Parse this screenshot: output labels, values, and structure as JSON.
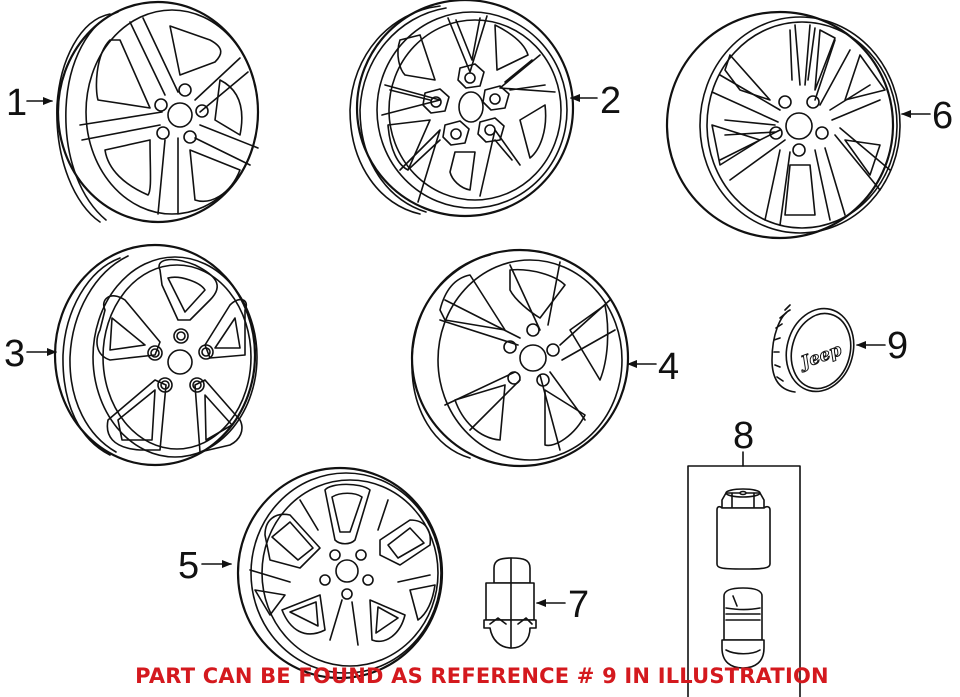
{
  "diagram": {
    "type": "exploded parts illustration",
    "subject": "Wheels and wheel hardware",
    "callouts": [
      {
        "number": "1",
        "part": "wheel",
        "style": "5 split-edge spoke alloy wheel"
      },
      {
        "number": "2",
        "part": "wheel",
        "style": "5 twin-spoke star alloy wheel"
      },
      {
        "number": "3",
        "part": "wheel",
        "style": "5 looped-spoke alloy wheel"
      },
      {
        "number": "4",
        "part": "wheel",
        "style": "5 swept-spoke alloy wheel"
      },
      {
        "number": "5",
        "part": "wheel",
        "style": "10 split-spoke alloy wheel"
      },
      {
        "number": "6",
        "part": "wheel",
        "style": "5 double-spoke alloy wheel"
      },
      {
        "number": "7",
        "part": "lug nut"
      },
      {
        "number": "8",
        "part": "wheel lock kit (key + locking lug nut)"
      },
      {
        "number": "9",
        "part": "center cap",
        "emblem_text": "Jeep"
      }
    ],
    "note": {
      "text": "PART CAN BE FOUND AS REFERENCE # 9 IN ILLUSTRATION",
      "color": "#d4191e",
      "highlight_reference": "9"
    },
    "colors": {
      "line": "#111111",
      "background": "#ffffff"
    }
  }
}
